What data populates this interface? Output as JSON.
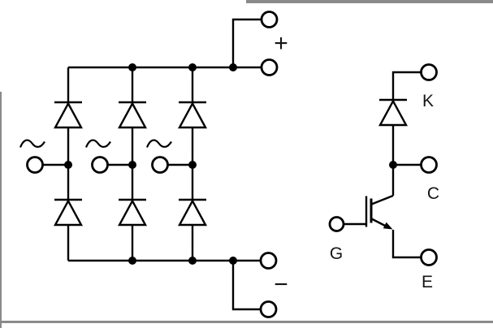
{
  "page": {
    "background_color": "#ffffff",
    "line_color": "#000000",
    "frame_border_color": "#8a8a8a"
  },
  "rectifier": {
    "phase_count": 3,
    "diode_count": 6,
    "ac_source_symbol": "~",
    "positive_terminal_label": "+",
    "negative_terminal_label": "−"
  },
  "switch_leg": {
    "terminal_labels": {
      "cathode": "K",
      "collector": "C",
      "gate": "G",
      "emitter": "E"
    }
  }
}
